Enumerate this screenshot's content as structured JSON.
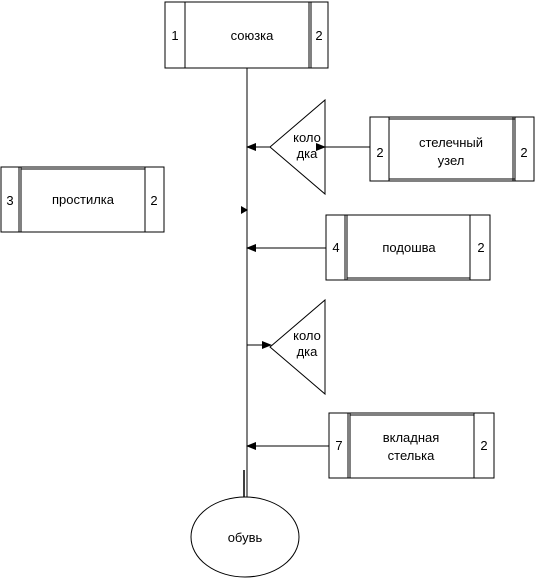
{
  "components": {
    "soyuzka": {
      "left": "1",
      "label": "союзка",
      "right": "2"
    },
    "stelechny_uzel": {
      "left": "2",
      "label_line1": "стелечный",
      "label_line2": "узел",
      "right": "2"
    },
    "prostilka": {
      "left": "3",
      "label": "простилка",
      "right": "2"
    },
    "podoshva": {
      "left": "4",
      "label": "подошва",
      "right": "2"
    },
    "vkladnaya_stelka": {
      "left": "7",
      "label_line1": "вкладная",
      "label_line2": "стелька",
      "right": "2"
    }
  },
  "tools": {
    "kolodka_upper": {
      "line1": "коло",
      "line2": "дка"
    },
    "kolodka_lower": {
      "line1": "коло",
      "line2": "дка"
    }
  },
  "result": {
    "label": "обувь"
  }
}
